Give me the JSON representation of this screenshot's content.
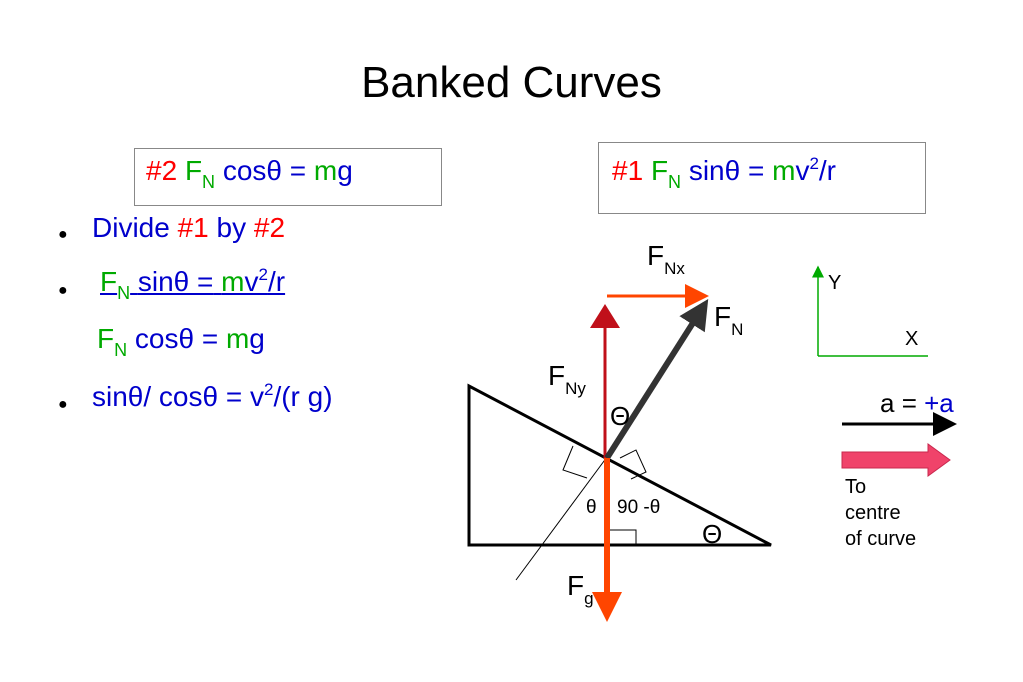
{
  "title": "Banked Curves",
  "eq2": {
    "tag": "#2",
    "F": "F",
    "N": "N",
    "trig": "cosθ =",
    "m": "m",
    "g": "g"
  },
  "eq1": {
    "tag": "#1",
    "F": "F",
    "N": "N",
    "trig": "sinθ =",
    "m": "m",
    "v": "v",
    "exp": "2",
    "r": "/r"
  },
  "bullets": {
    "b1": {
      "word1": "Divide",
      "ref1": "#1",
      "word2": "by",
      "ref2": "#2"
    },
    "b2": {
      "F": "F",
      "N": "N",
      "trig": "sinθ =",
      "m": "m",
      "v": "v",
      "exp": "2",
      "r": "/r"
    },
    "b2b": {
      "F": "F",
      "N": "N",
      "trig": "cosθ =",
      "m": "m",
      "g": "g"
    },
    "b3": {
      "lhs": "sinθ/ cosθ = v",
      "exp": "2",
      "rhs": "/(r g)"
    }
  },
  "diagram": {
    "fnx": {
      "F": "F",
      "sub": "Nx"
    },
    "fn": {
      "F": "F",
      "sub": "N"
    },
    "fny": {
      "F": "F",
      "sub": "Ny"
    },
    "fg": {
      "F": "F",
      "sub": "g"
    },
    "theta_top": "Θ",
    "theta_small": "θ",
    "ninety": "90 -θ",
    "theta_base": "Θ"
  },
  "axes": {
    "y": "Y",
    "x": "X"
  },
  "accel": {
    "a": "a",
    "eq": "=",
    "plus_a": "+a"
  },
  "notes": {
    "line1": "To",
    "line2": "centre",
    "line3": "of curve"
  },
  "colors": {
    "red": "#ff0000",
    "green": "#00aa00",
    "blue": "#0000cc",
    "arrow_orange": "#ff4500",
    "arrow_dark": "#333333",
    "arrow_red": "#c0101a",
    "pink": "#f0436a"
  }
}
